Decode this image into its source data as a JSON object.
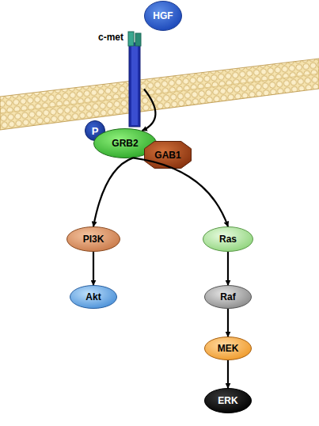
{
  "diagram": {
    "nodes": [
      {
        "text": [
          "HGF"
        ]
      },
      {
        "text": [
          "c-met"
        ]
      },
      {
        "text": [
          "P"
        ]
      },
      {
        "text": [
          "GRB2"
        ]
      },
      {
        "text": [
          "GAB1"
        ]
      },
      {
        "text": [
          "PI3K"
        ]
      },
      {
        "text": [
          "Akt"
        ]
      },
      {
        "text": [
          "Ras"
        ]
      },
      {
        "text": [
          "Raf"
        ]
      },
      {
        "text": [
          "MEK"
        ]
      },
      {
        "text": [
          "ERK"
        ]
      }
    ],
    "edges": [
      {
        "from": 1,
        "to": 3,
        "arrow": "to"
      },
      {
        "from": 3,
        "to": 5,
        "arrow": "to"
      },
      {
        "from": 3,
        "to": 7,
        "arrow": "to"
      },
      {
        "from": 5,
        "to": 6,
        "arrow": "to"
      },
      {
        "from": 7,
        "to": 8,
        "arrow": "to"
      },
      {
        "from": 8,
        "to": 9,
        "arrow": "to"
      },
      {
        "from": 9,
        "to": 10,
        "arrow": "to"
      }
    ]
  }
}
